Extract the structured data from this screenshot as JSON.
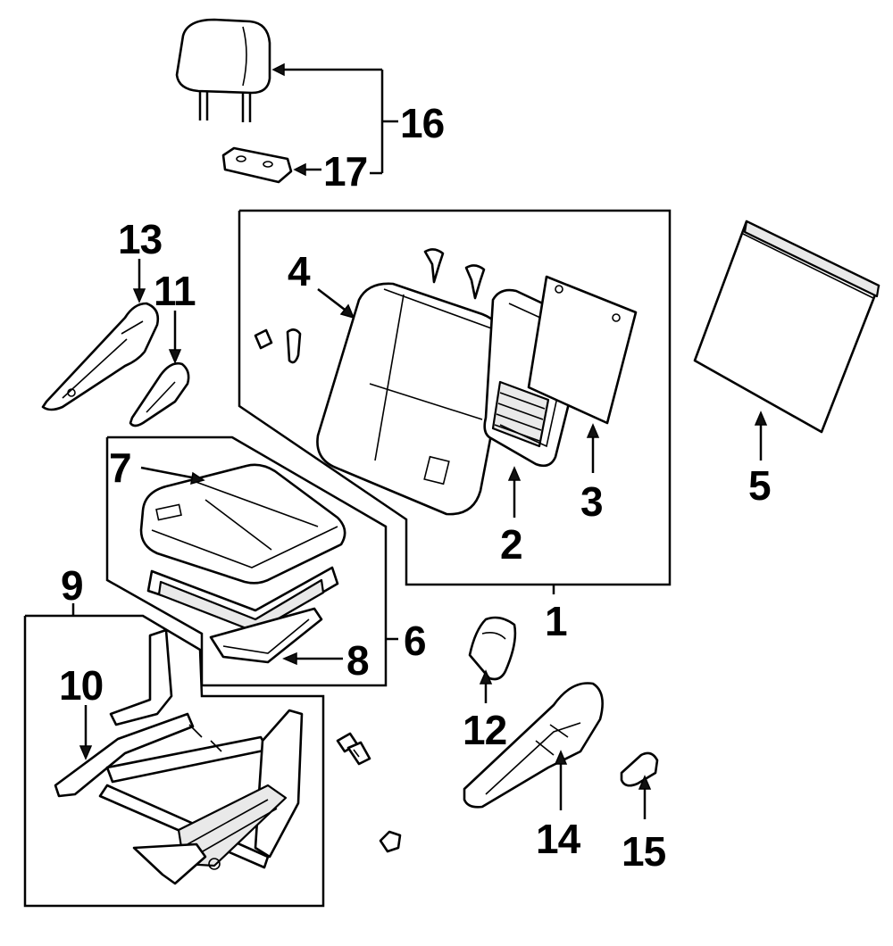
{
  "diagram": {
    "callouts": [
      {
        "id": "1",
        "label": "1"
      },
      {
        "id": "2",
        "label": "2"
      },
      {
        "id": "3",
        "label": "3"
      },
      {
        "id": "4",
        "label": "4"
      },
      {
        "id": "5",
        "label": "5"
      },
      {
        "id": "6",
        "label": "6"
      },
      {
        "id": "7",
        "label": "7"
      },
      {
        "id": "8",
        "label": "8"
      },
      {
        "id": "9",
        "label": "9"
      },
      {
        "id": "10",
        "label": "10"
      },
      {
        "id": "11",
        "label": "11"
      },
      {
        "id": "12",
        "label": "12"
      },
      {
        "id": "13",
        "label": "13"
      },
      {
        "id": "14",
        "label": "14"
      },
      {
        "id": "15",
        "label": "15"
      },
      {
        "id": "16",
        "label": "16"
      },
      {
        "id": "17",
        "label": "17"
      }
    ],
    "parts": [
      {
        "id": "headrest",
        "icon": "headrest-icon"
      },
      {
        "id": "headrest-guide",
        "icon": "headrest-guide-icon"
      },
      {
        "id": "seat-back-cushion",
        "icon": "seat-back-cushion-icon"
      },
      {
        "id": "seat-back-frame",
        "icon": "seat-back-frame-icon"
      },
      {
        "id": "back-panel",
        "icon": "back-panel-icon"
      },
      {
        "id": "back-board",
        "icon": "back-board-icon"
      },
      {
        "id": "seat-cushion",
        "icon": "seat-cushion-icon"
      },
      {
        "id": "cushion-frame",
        "icon": "cushion-frame-icon"
      },
      {
        "id": "seat-track",
        "icon": "seat-track-icon"
      },
      {
        "id": "side-shield-outer",
        "icon": "side-shield-icon"
      },
      {
        "id": "side-shield-inner",
        "icon": "side-shield-icon"
      },
      {
        "id": "recliner-cover",
        "icon": "recliner-cover-icon"
      },
      {
        "id": "recliner-handle",
        "icon": "recliner-handle-icon"
      },
      {
        "id": "knob",
        "icon": "knob-icon"
      },
      {
        "id": "bolt",
        "icon": "bolt-icon"
      },
      {
        "id": "nut",
        "icon": "nut-icon"
      }
    ]
  }
}
